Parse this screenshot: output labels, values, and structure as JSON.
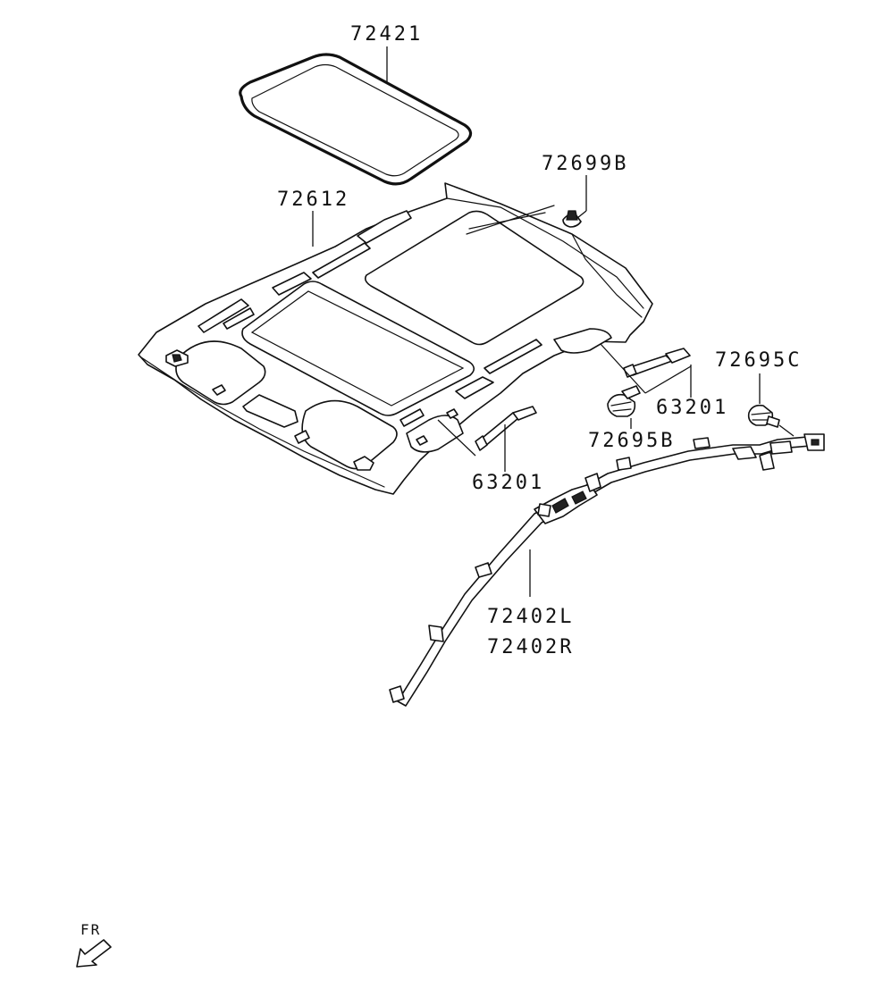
{
  "diagram": {
    "callouts": [
      {
        "id": "sunroof-glass",
        "label": "72421"
      },
      {
        "id": "roof-clip",
        "label": "72699B"
      },
      {
        "id": "headlining",
        "label": "72612"
      },
      {
        "id": "clip-c",
        "label": "72695C"
      },
      {
        "id": "assist-grip-rear",
        "label": "63201"
      },
      {
        "id": "clip-b",
        "label": "72695B"
      },
      {
        "id": "assist-grip-front",
        "label": "63201"
      },
      {
        "id": "harness-left",
        "label": "72402L"
      },
      {
        "id": "harness-right",
        "label": "72402R"
      }
    ],
    "orientation": {
      "label": "FR",
      "icon": "front-arrow-icon"
    }
  }
}
